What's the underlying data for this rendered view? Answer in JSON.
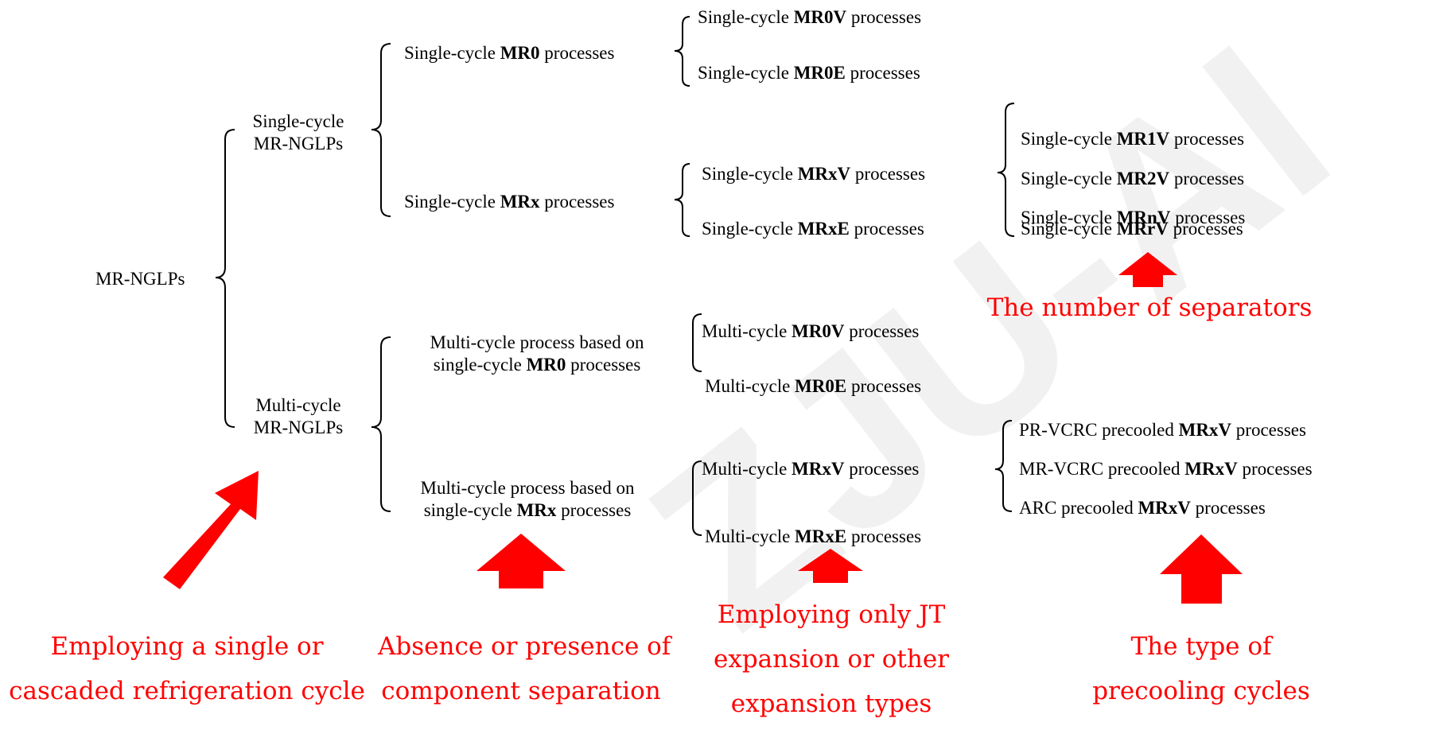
{
  "watermark": "ZJU-AI",
  "root": "MR-NGLPs",
  "single": {
    "line1": "Single-cycle",
    "line2": "MR-NGLPs",
    "mr0": {
      "pre": "Single-cycle ",
      "bold": "MR0",
      "post": " processes",
      "v": {
        "pre": "Single-cycle ",
        "bold": "MR0V",
        "post": " processes"
      },
      "e": {
        "pre": "Single-cycle ",
        "bold": "MR0E",
        "post": " processes"
      }
    },
    "mrx": {
      "pre": "Single-cycle ",
      "bold": "MRx",
      "post": " processes",
      "v": {
        "pre": "Single-cycle ",
        "bold": "MRxV",
        "post": " processes"
      },
      "e": {
        "pre": "Single-cycle ",
        "bold": "MRxE",
        "post": " processes"
      },
      "sub": [
        {
          "pre": "Single-cycle ",
          "bold": "MR1V",
          "post": " processes"
        },
        {
          "pre": "Single-cycle ",
          "bold": "MR2V",
          "post": " processes"
        },
        {
          "pre": "Single-cycle ",
          "bold": "MRnV",
          "post": " processes"
        },
        {
          "pre": "Single-cycle ",
          "bold": "MRrV",
          "post": " processes"
        }
      ]
    }
  },
  "multi": {
    "line1": "Multi-cycle",
    "line2": "MR-NGLPs",
    "mr0": {
      "line1": "Multi-cycle process based on",
      "pre": "single-cycle ",
      "bold": "MR0",
      "post": " processes",
      "v": {
        "pre": "Multi-cycle ",
        "bold": "MR0V",
        "post": " processes"
      },
      "e": {
        "pre": "Multi-cycle ",
        "bold": "MR0E",
        "post": " processes"
      }
    },
    "mrx": {
      "line1": "Multi-cycle process based on",
      "pre": "single-cycle ",
      "bold": "MRx",
      "post": " processes",
      "v": {
        "pre": "Multi-cycle ",
        "bold": "MRxV",
        "post": " processes"
      },
      "e": {
        "pre": "Multi-cycle ",
        "bold": "MRxE",
        "post": " processes"
      },
      "sub": [
        {
          "pre": "PR-VCRC precooled ",
          "bold": "MRxV",
          "post": " processes"
        },
        {
          "pre": "MR-VCRC precooled ",
          "bold": "MRxV",
          "post": " processes"
        },
        {
          "pre": "ARC precooled ",
          "bold": "MRxV",
          "post": " processes"
        }
      ]
    }
  },
  "captions": {
    "cycle": [
      "Employing a single or",
      "cascaded refrigeration cycle"
    ],
    "separation": [
      "Absence or presence of",
      "component separation"
    ],
    "expansion": [
      "Employing only JT",
      "expansion or other",
      "expansion types"
    ],
    "separators": "The number of separators",
    "precooling": [
      "The type of",
      "precooling cycles"
    ]
  },
  "colors": {
    "arrow": "#ff0000",
    "caption": "#ff0000",
    "text": "#000000"
  }
}
